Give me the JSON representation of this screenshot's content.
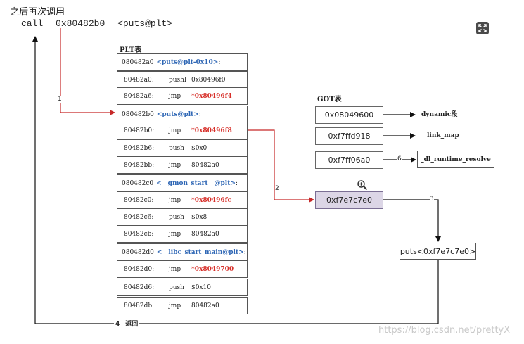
{
  "caption": "之后再次调用",
  "call": {
    "mnemonic": "call",
    "target": "0x80482b0",
    "symbol": "<puts@plt>"
  },
  "plt": {
    "title": "PLT表",
    "groups": [
      {
        "header": {
          "addr": "080482a0",
          "label": "<puts@plt-0x10>",
          "suffix": ":"
        },
        "rows": [
          {
            "addr": "80482a0:",
            "op": "pushl",
            "arg": "0x80496f0",
            "highlight": false
          },
          {
            "addr": "80482a6:",
            "op": "jmp",
            "arg": "*0x80496f4",
            "highlight": true
          }
        ]
      },
      {
        "header": {
          "addr": "080482b0",
          "label": "<puts@plt>",
          "suffix": ":"
        },
        "rows": [
          {
            "addr": "80482b0:",
            "op": "jmp",
            "arg": "*0x80496f8",
            "highlight": true
          },
          {
            "addr": "80482b6:",
            "op": "push",
            "arg": "$0x0",
            "highlight": false
          },
          {
            "addr": "80482bb:",
            "op": "jmp",
            "arg": "80482a0",
            "highlight": false
          }
        ]
      },
      {
        "header": {
          "addr": "080482c0",
          "label": "<__gmon_start__@plt>",
          "suffix": ":"
        },
        "rows": [
          {
            "addr": "80482c0:",
            "op": "jmp",
            "arg": "*0x80496fc",
            "highlight": true
          },
          {
            "addr": "80482c6:",
            "op": "push",
            "arg": "$0x8",
            "highlight": false
          },
          {
            "addr": "80482cb:",
            "op": "jmp",
            "arg": "80482a0",
            "highlight": false
          }
        ]
      },
      {
        "header": {
          "addr": "080482d0",
          "label": "<__libc_start_main@plt>",
          "suffix": ":"
        },
        "rows": [
          {
            "addr": "80482d0:",
            "op": "jmp",
            "arg": "*0x8049700",
            "highlight": true
          },
          {
            "addr": "80482d6:",
            "op": "push",
            "arg": "$0x10",
            "highlight": false
          },
          {
            "addr": "80482db:",
            "op": "jmp",
            "arg": "80482a0",
            "highlight": false
          }
        ]
      }
    ]
  },
  "got": {
    "title": "GOT表",
    "entries": [
      {
        "value": "0x08049600",
        "points_to": "dynamic段"
      },
      {
        "value": "0xf7ffd918",
        "points_to": "link_map"
      },
      {
        "value": "0xf7ff06a0",
        "points_to": "_dl_runtime_resolve"
      },
      {
        "value": "0xf7e7c7e0",
        "points_to": "puts<0xf7e7c7e0>"
      }
    ]
  },
  "steps": {
    "s1": "1",
    "s2": "2",
    "s3": "3",
    "s4": "4",
    "s6": "6"
  },
  "return_label": "返回",
  "watermark": "https://blog.csdn.net/prettyX",
  "icons": {
    "expand": "expand-icon",
    "zoom": "zoom-in-icon"
  },
  "colors": {
    "arrow_red": "#c62828",
    "link_blue": "#2f67b5",
    "addr_red": "#d7302a",
    "highlight_fill": "#dcd6e6"
  }
}
